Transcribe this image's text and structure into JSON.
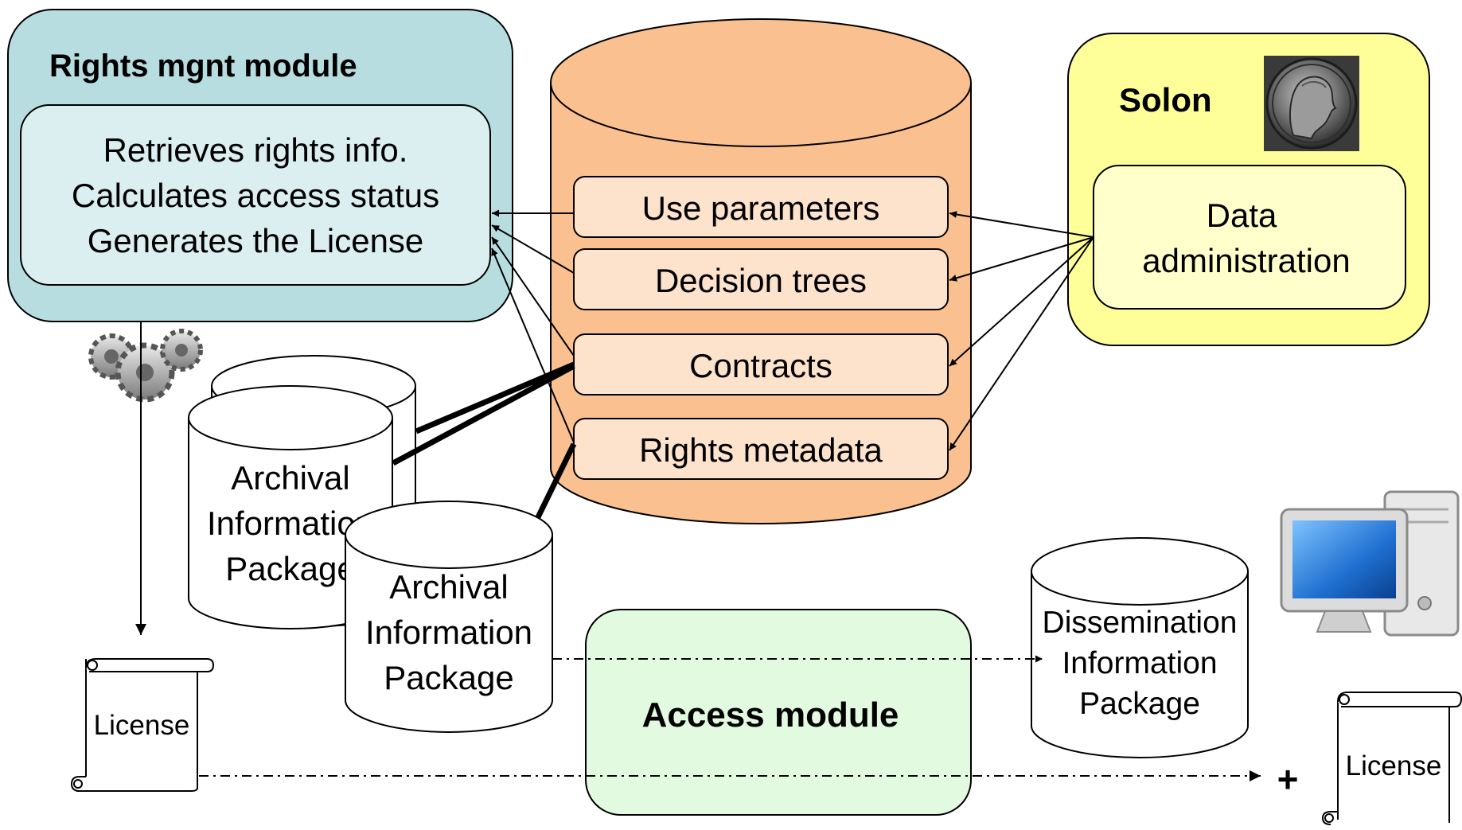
{
  "rights_module": {
    "title": "Rights mgnt module",
    "lines": [
      "Retrieves rights info.",
      "Calculates access status",
      "Generates the License"
    ]
  },
  "database": {
    "items": [
      "Use parameters",
      "Decision trees",
      "Contracts",
      "Rights metadata"
    ]
  },
  "solon": {
    "title": "Solon",
    "admin_lines": [
      "Data",
      "administration"
    ]
  },
  "aip_back": {
    "lines": [
      "Archival",
      "Information",
      "Package"
    ]
  },
  "aip_front": {
    "lines": [
      "Archival",
      "Information",
      "Package"
    ]
  },
  "dip": {
    "lines": [
      "Dissemination",
      "Information",
      "Package"
    ]
  },
  "access_module": {
    "label": "Access module"
  },
  "license_left": {
    "label": "License"
  },
  "license_right": {
    "label": "License"
  },
  "plus_sign": "+",
  "colors": {
    "rights_outer": "#b7dde0",
    "rights_inner": "#dbeef0",
    "database": "#fac090",
    "db_item": "#fde2cc",
    "solon_outer": "#ffff99",
    "solon_inner": "#ffffcc",
    "access": "#e2fbe0"
  },
  "icons": [
    "gears-icon",
    "coin-portrait-icon",
    "computer-icon",
    "scroll-icon"
  ]
}
